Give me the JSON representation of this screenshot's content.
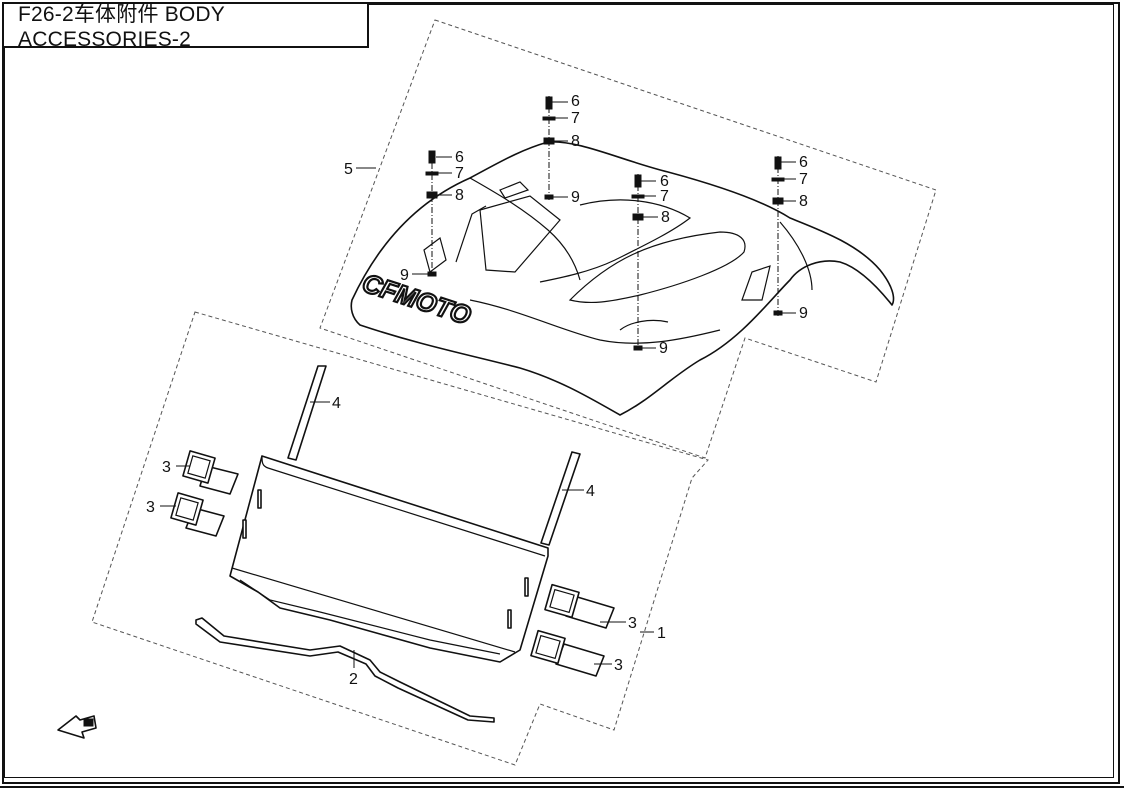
{
  "title": "F26-2车体附件 BODY ACCESSORIES-2",
  "logo_text": "CFMOTO",
  "callouts": {
    "c1": "1",
    "c2": "2",
    "c3a": "3",
    "c3b": "3",
    "c3c": "3",
    "c3d": "3",
    "c4a": "4",
    "c4b": "4",
    "c5": "5",
    "c6a": "6",
    "c6b": "6",
    "c6c": "6",
    "c6d": "6",
    "c7a": "7",
    "c7b": "7",
    "c7c": "7",
    "c7d": "7",
    "c8a": "8",
    "c8b": "8",
    "c8c": "8",
    "c8d": "8",
    "c9a": "9",
    "c9b": "9",
    "c9c": "9",
    "c9d": "9"
  }
}
